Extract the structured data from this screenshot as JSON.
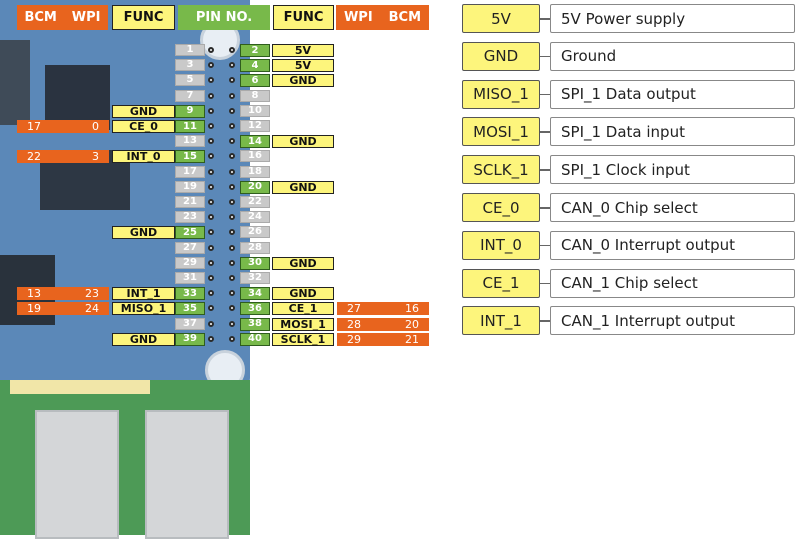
{
  "colors": {
    "orange": "#e8641e",
    "yellow": "#fdf57c",
    "green": "#78b94a",
    "gray": "#c9c9c9",
    "board_blue": "#5b88b8"
  },
  "headers": {
    "bcm": "BCM",
    "wpi": "WPI",
    "func": "FUNC",
    "pin_no": "PIN NO."
  },
  "pins_left": [
    {
      "pin": "1",
      "func": "",
      "wpi": "",
      "bcm": "",
      "active": false
    },
    {
      "pin": "3",
      "func": "",
      "wpi": "",
      "bcm": "",
      "active": false
    },
    {
      "pin": "5",
      "func": "",
      "wpi": "",
      "bcm": "",
      "active": false
    },
    {
      "pin": "7",
      "func": "",
      "wpi": "",
      "bcm": "",
      "active": false
    },
    {
      "pin": "9",
      "func": "GND",
      "wpi": "",
      "bcm": "",
      "active": true
    },
    {
      "pin": "11",
      "func": "CE_0",
      "wpi": "0",
      "bcm": "17",
      "active": true
    },
    {
      "pin": "13",
      "func": "",
      "wpi": "",
      "bcm": "",
      "active": false
    },
    {
      "pin": "15",
      "func": "INT_0",
      "wpi": "3",
      "bcm": "22",
      "active": true
    },
    {
      "pin": "17",
      "func": "",
      "wpi": "",
      "bcm": "",
      "active": false
    },
    {
      "pin": "19",
      "func": "",
      "wpi": "",
      "bcm": "",
      "active": false
    },
    {
      "pin": "21",
      "func": "",
      "wpi": "",
      "bcm": "",
      "active": false
    },
    {
      "pin": "23",
      "func": "",
      "wpi": "",
      "bcm": "",
      "active": false
    },
    {
      "pin": "25",
      "func": "GND",
      "wpi": "",
      "bcm": "",
      "active": true
    },
    {
      "pin": "27",
      "func": "",
      "wpi": "",
      "bcm": "",
      "active": false
    },
    {
      "pin": "29",
      "func": "",
      "wpi": "",
      "bcm": "",
      "active": false
    },
    {
      "pin": "31",
      "func": "",
      "wpi": "",
      "bcm": "",
      "active": false
    },
    {
      "pin": "33",
      "func": "INT_1",
      "wpi": "23",
      "bcm": "13",
      "active": true
    },
    {
      "pin": "35",
      "func": "MISO_1",
      "wpi": "24",
      "bcm": "19",
      "active": true
    },
    {
      "pin": "37",
      "func": "",
      "wpi": "",
      "bcm": "",
      "active": false
    },
    {
      "pin": "39",
      "func": "GND",
      "wpi": "",
      "bcm": "",
      "active": true
    }
  ],
  "pins_right": [
    {
      "pin": "2",
      "func": "5V",
      "wpi": "",
      "bcm": "",
      "active": true
    },
    {
      "pin": "4",
      "func": "5V",
      "wpi": "",
      "bcm": "",
      "active": true
    },
    {
      "pin": "6",
      "func": "GND",
      "wpi": "",
      "bcm": "",
      "active": true
    },
    {
      "pin": "8",
      "func": "",
      "wpi": "",
      "bcm": "",
      "active": false
    },
    {
      "pin": "10",
      "func": "",
      "wpi": "",
      "bcm": "",
      "active": false
    },
    {
      "pin": "12",
      "func": "",
      "wpi": "",
      "bcm": "",
      "active": false
    },
    {
      "pin": "14",
      "func": "GND",
      "wpi": "",
      "bcm": "",
      "active": true
    },
    {
      "pin": "16",
      "func": "",
      "wpi": "",
      "bcm": "",
      "active": false
    },
    {
      "pin": "18",
      "func": "",
      "wpi": "",
      "bcm": "",
      "active": false
    },
    {
      "pin": "20",
      "func": "GND",
      "wpi": "",
      "bcm": "",
      "active": true
    },
    {
      "pin": "22",
      "func": "",
      "wpi": "",
      "bcm": "",
      "active": false
    },
    {
      "pin": "24",
      "func": "",
      "wpi": "",
      "bcm": "",
      "active": false
    },
    {
      "pin": "26",
      "func": "",
      "wpi": "",
      "bcm": "",
      "active": false
    },
    {
      "pin": "28",
      "func": "",
      "wpi": "",
      "bcm": "",
      "active": false
    },
    {
      "pin": "30",
      "func": "GND",
      "wpi": "",
      "bcm": "",
      "active": true
    },
    {
      "pin": "32",
      "func": "",
      "wpi": "",
      "bcm": "",
      "active": false
    },
    {
      "pin": "34",
      "func": "GND",
      "wpi": "",
      "bcm": "",
      "active": true
    },
    {
      "pin": "36",
      "func": "CE_1",
      "wpi": "27",
      "bcm": "16",
      "active": true
    },
    {
      "pin": "38",
      "func": "MOSI_1",
      "wpi": "28",
      "bcm": "20",
      "active": true
    },
    {
      "pin": "40",
      "func": "SCLK_1",
      "wpi": "29",
      "bcm": "21",
      "active": true
    }
  ],
  "legend": [
    {
      "key": "5V",
      "desc": "5V Power supply"
    },
    {
      "key": "GND",
      "desc": "Ground"
    },
    {
      "key": "MISO_1",
      "desc": "SPI_1 Data output"
    },
    {
      "key": "MOSI_1",
      "desc": "SPI_1 Data input"
    },
    {
      "key": "SCLK_1",
      "desc": "SPI_1 Clock input"
    },
    {
      "key": "CE_0",
      "desc": "CAN_0 Chip select"
    },
    {
      "key": "INT_0",
      "desc": "CAN_0 Interrupt output"
    },
    {
      "key": "CE_1",
      "desc": "CAN_1 Chip select"
    },
    {
      "key": "INT_1",
      "desc": "CAN_1 Interrupt output"
    }
  ]
}
